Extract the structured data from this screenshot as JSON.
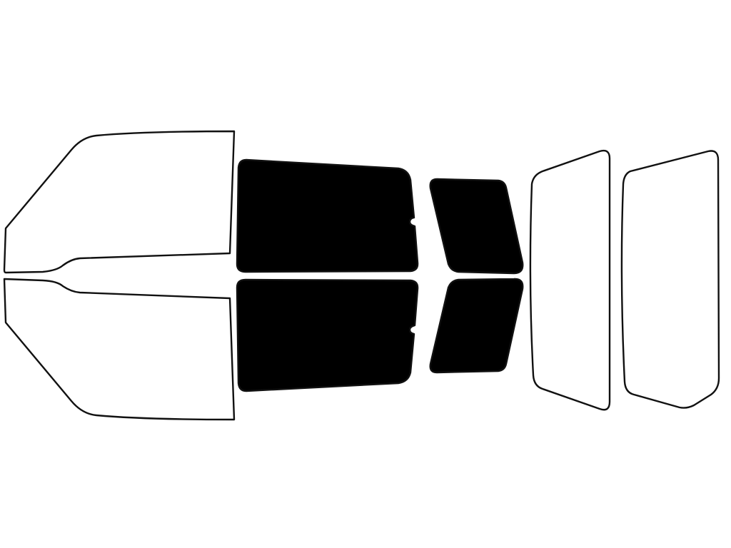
{
  "diagram": {
    "colors": {
      "background": "#ffffff",
      "outline": "#111111",
      "tinted": "#000000",
      "untinted": "#ffffff"
    },
    "windows": [
      {
        "name": "windshield-upper-half",
        "tinted": false
      },
      {
        "name": "windshield-lower-half",
        "tinted": false
      },
      {
        "name": "front-door-window-upper",
        "tinted": true
      },
      {
        "name": "front-door-window-lower",
        "tinted": true
      },
      {
        "name": "rear-quarter-window-upper",
        "tinted": true
      },
      {
        "name": "rear-quarter-window-lower",
        "tinted": true
      },
      {
        "name": "rear-glass-left",
        "tinted": false
      },
      {
        "name": "rear-glass-right",
        "tinted": false
      }
    ]
  }
}
